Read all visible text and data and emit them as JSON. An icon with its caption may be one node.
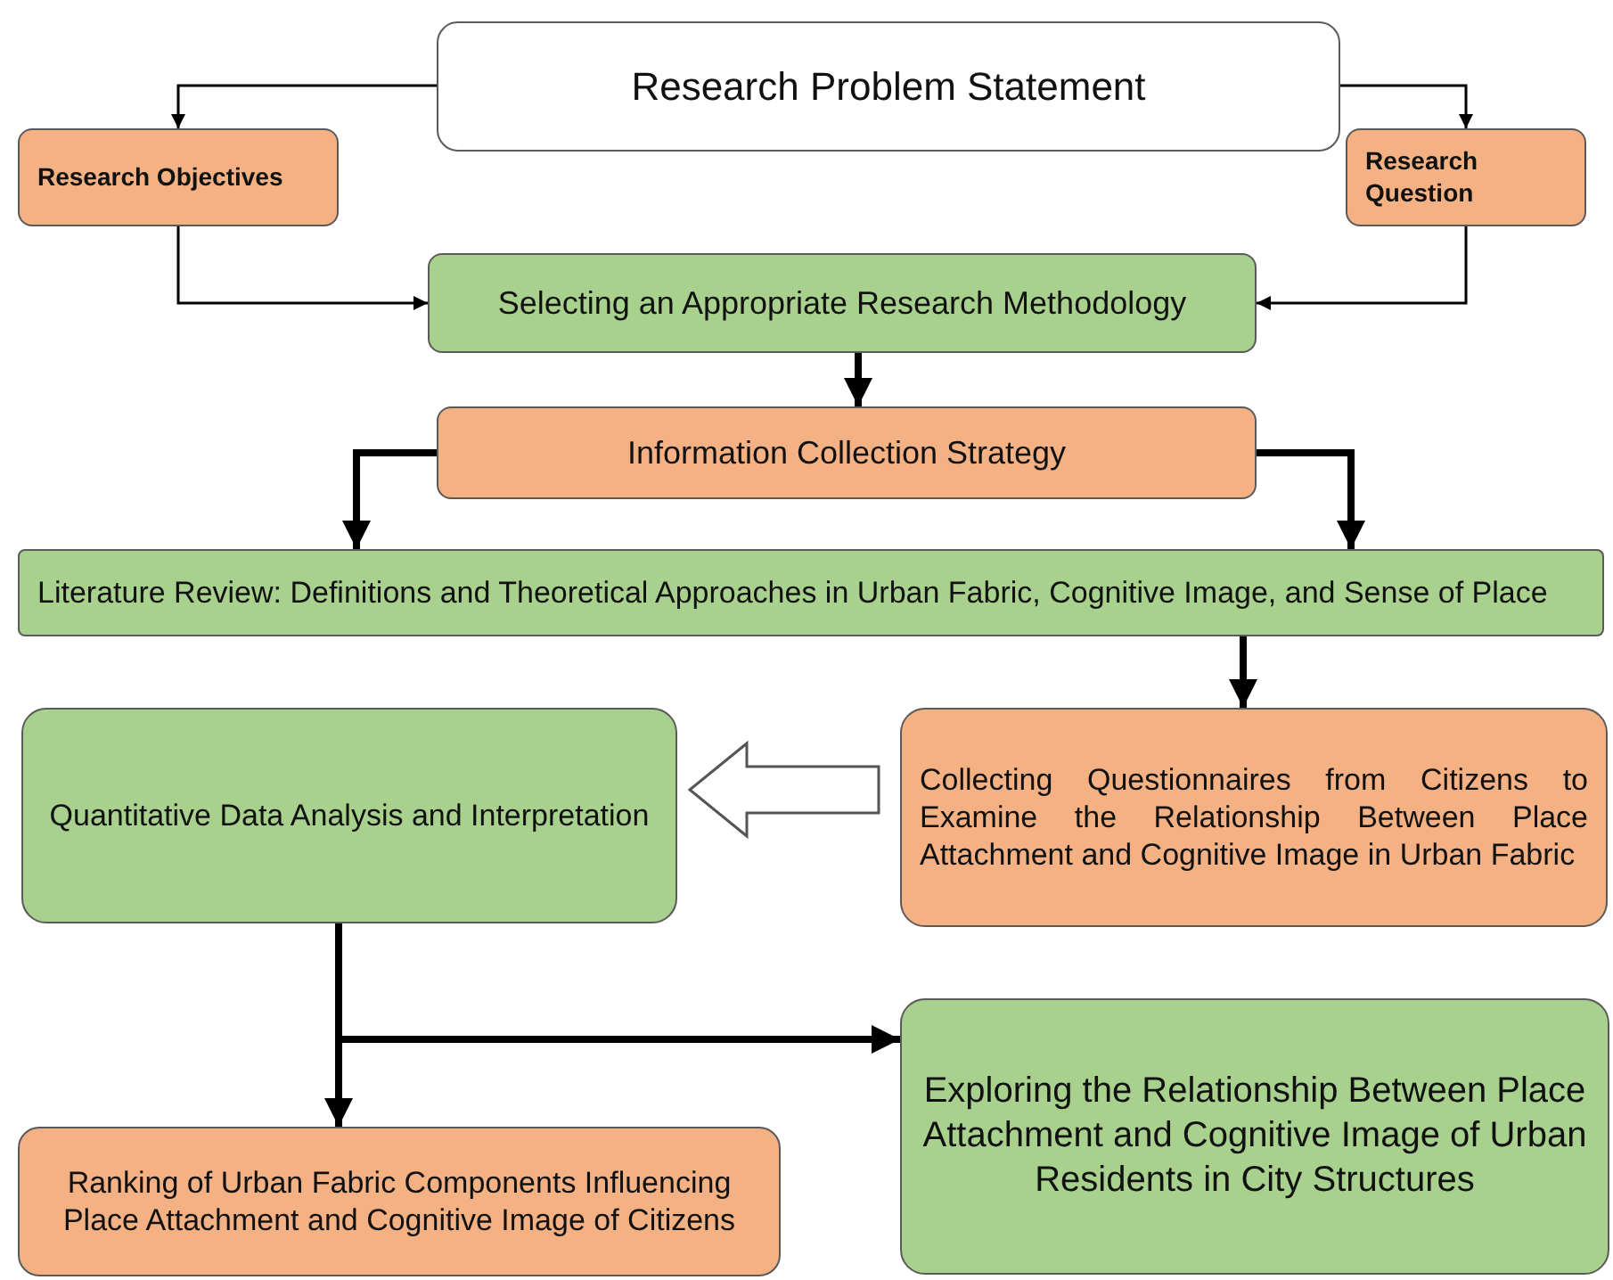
{
  "diagram": {
    "nodes": [
      {
        "text": [
          "Research Problem Statement"
        ]
      },
      {
        "text": [
          "Research Objectives"
        ]
      },
      {
        "text": [
          "Research Question"
        ]
      },
      {
        "text": [
          "Selecting an Appropriate Research Methodology"
        ]
      },
      {
        "text": [
          "Information Collection Strategy"
        ]
      },
      {
        "text": [
          "Literature Review: Definitions and Theoretical Approaches in Urban Fabric, Cognitive Image, and Sense of Place"
        ]
      },
      {
        "text": [
          "Quantitative Data Analysis and Interpretation"
        ]
      },
      {
        "text": [
          "Collecting Questionnaires from Citizens to Examine the Relationship Between Place Attachment and Cognitive Image in Urban Fabric"
        ]
      },
      {
        "text": [
          "Ranking of Urban Fabric Components Influencing Place Attachment and Cognitive Image of Citizens"
        ]
      },
      {
        "text": [
          "Exploring the Relationship Between Place Attachment and Cognitive Image of Urban Residents in City Structures"
        ]
      }
    ],
    "edges": [
      {
        "from": 0,
        "to": 1,
        "arrow": "to"
      },
      {
        "from": 0,
        "to": 2,
        "arrow": "to"
      },
      {
        "from": 1,
        "to": 3,
        "arrow": "to"
      },
      {
        "from": 2,
        "to": 3,
        "arrow": "to"
      },
      {
        "from": 3,
        "to": 4,
        "arrow": "to"
      },
      {
        "from": 4,
        "to": 5,
        "arrow": "to"
      },
      {
        "from": 4,
        "to": 5,
        "arrow": "to"
      },
      {
        "from": 5,
        "to": 7,
        "arrow": "to"
      },
      {
        "from": 7,
        "to": 6,
        "arrow": "to"
      },
      {
        "from": 6,
        "to": 8,
        "arrow": "to"
      },
      {
        "from": 6,
        "to": 9,
        "arrow": "to"
      }
    ]
  }
}
